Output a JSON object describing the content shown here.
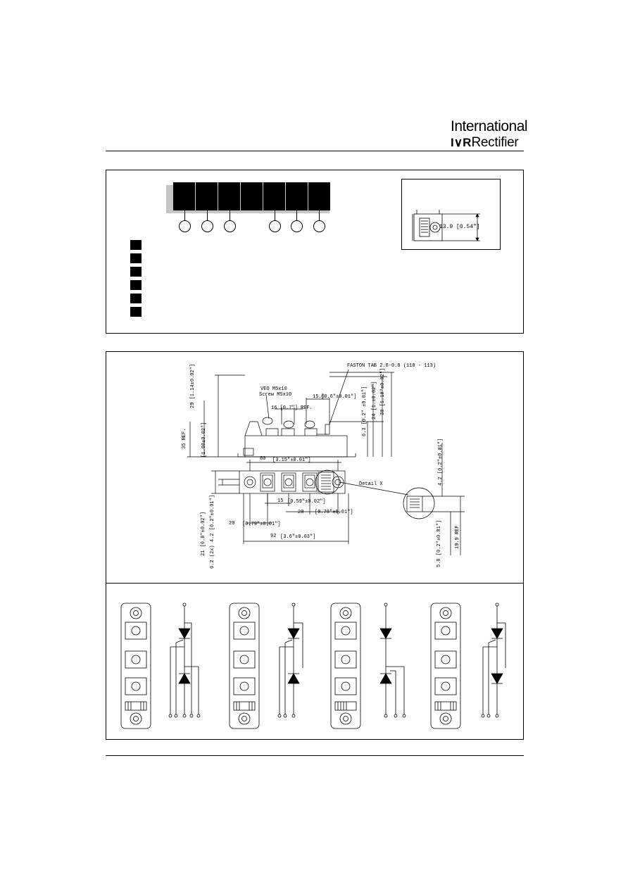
{
  "header": {
    "logo_line1": "International",
    "logo_ior": "I∨R",
    "logo_line2": "Rectifier"
  },
  "ordering": {
    "code_cells": 7,
    "callout_circles": 6,
    "legend_items": 6
  },
  "detail_box": {
    "dimension_label": "13.9 [0.54\"]"
  },
  "outline": {
    "faston_label": "FASTON TAB 2.8-0.8 (110 - 113)",
    "screw_label_1": "VEO M5x10",
    "screw_label_2": "Screw M5x10",
    "dim_pitch_ref": "16 [0.7\"] REF.",
    "dim_15_6": "15.6",
    "dim_15_6_in": "[0.6\"±0.01\"]",
    "dim_29": "29",
    "dim_29_in": "[1.14±0.02\"]",
    "dim_35_ref": "35 REF.",
    "dim_30": "30",
    "dim_30_in": "[1.18\"±0.02\"]",
    "dim_24": "24",
    "dim_24_in": "[1.±0.02\"]",
    "dim_6_3": "6.3",
    "dim_side_in": "[0.2\" ±0.01\"]",
    "dim_side_left": "[1.08±0.02\"]",
    "dim_80": "80",
    "dim_80_in": "[3.15\"±0.01\"]",
    "detail_label": "Detail X",
    "dim_15": "15",
    "dim_15_in": "[0.59\"±0.02\"]",
    "dim_20_a": "20",
    "dim_20_a_in": "[0.79\"±0.01\"]",
    "dim_20_b": "20",
    "dim_20_b_in": "[0.79\"±0.01\"]",
    "dim_92": "92",
    "dim_92_in": "[3.6\"±0.03\"]",
    "dim_21": "21",
    "dim_21_in": "[0.8\"±0.02\"]",
    "dim_6_2": "6.2",
    "dim_2x": "(2x) 4.2",
    "dim_2x_in": "[0.2\"±0.01\"]",
    "dim_4_2": "4.2",
    "dim_4_2_in": "[0.2\"±0.01\"]",
    "dim_5_8": "5.8",
    "dim_5_8_in": "[0.2\"±0.01\"]",
    "dim_19_9_ref": "19.9 REF"
  }
}
